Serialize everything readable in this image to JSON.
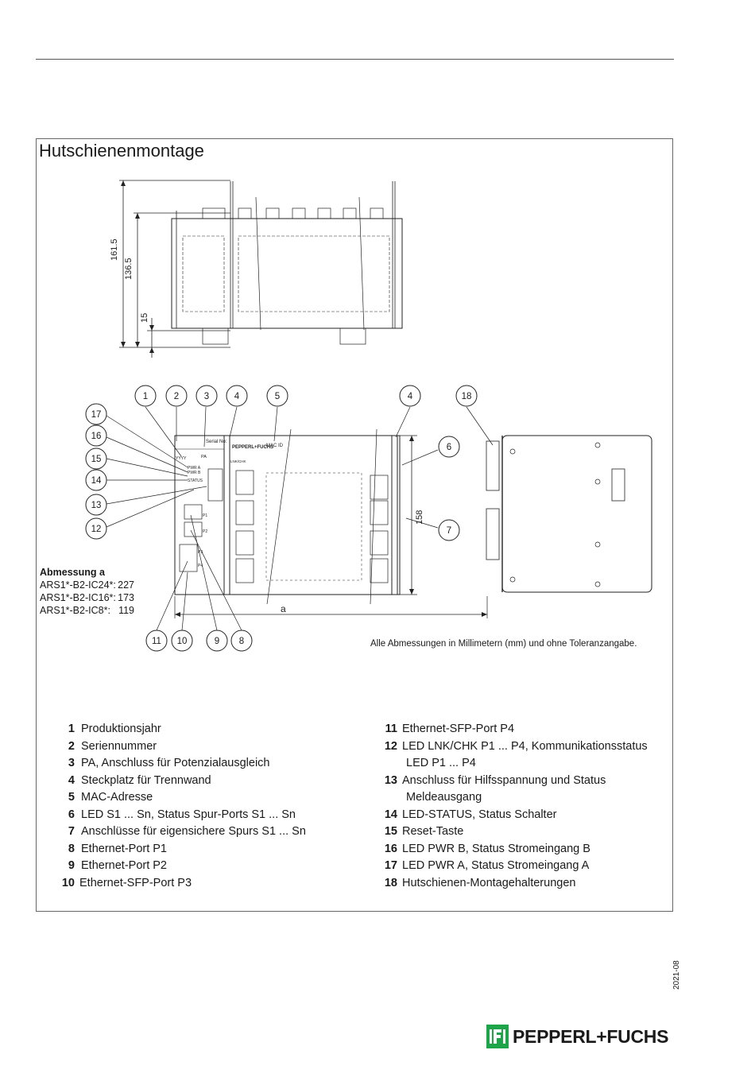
{
  "page": {
    "section_title": "Hutschienenmontage",
    "date_code": "2021-08"
  },
  "drawing": {
    "dims": {
      "d1": "161.5",
      "d2": "136.5",
      "d3": "15",
      "h158": "158",
      "width_a": "a"
    },
    "label_serial": "Serial No:",
    "label_pa": "PA",
    "label_brand": "PEPPERL+FUCHS",
    "label_mac": "MAC ID",
    "label_yyyy": "YYYY",
    "label_pwra": "PWR A",
    "label_pwrb": "PWR B",
    "label_status": "STATUS",
    "label_lnk": "LNK/CHK",
    "label_p1": "P1",
    "label_p2": "P2",
    "label_p3": "P3",
    "label_p4": "P4",
    "callouts_top": [
      "1",
      "2",
      "3",
      "4",
      "5"
    ],
    "callout_4b": "4",
    "callout_18": "18",
    "callout_6": "6",
    "callout_7": "7",
    "callouts_left": [
      "17",
      "16",
      "15",
      "14",
      "13",
      "12"
    ],
    "callouts_bottom": [
      "11",
      "10",
      "9",
      "8"
    ]
  },
  "abmessung": {
    "heading": "Abmessung a",
    "rows": [
      {
        "model": "ARS1*-B2-IC24*:",
        "value": "227"
      },
      {
        "model": "ARS1*-B2-IC16*:",
        "value": "173"
      },
      {
        "model": "ARS1*-B2-IC8*:",
        "value": "119"
      }
    ]
  },
  "note": "Alle Abmessungen in Millimetern (mm) und ohne Toleranzangabe.",
  "legend_left": [
    {
      "n": "1",
      "t": "Produktionsjahr"
    },
    {
      "n": "2",
      "t": "Seriennummer"
    },
    {
      "n": "3",
      "t": "PA, Anschluss für Potenzialausgleich"
    },
    {
      "n": "4",
      "t": "Steckplatz für Trennwand"
    },
    {
      "n": "5",
      "t": "MAC-Adresse"
    },
    {
      "n": "6",
      "t": "LED S1 ... Sn, Status Spur-Ports S1 ... Sn"
    },
    {
      "n": "7",
      "t": "Anschlüsse für eigensichere Spurs S1 ... Sn"
    },
    {
      "n": "8",
      "t": "Ethernet-Port P1"
    },
    {
      "n": "9",
      "t": "Ethernet-Port P2"
    },
    {
      "n": "10",
      "t": "Ethernet-SFP-Port P3"
    }
  ],
  "legend_right": [
    {
      "n": "11",
      "t": "Ethernet-SFP-Port P4"
    },
    {
      "n": "12",
      "t": "LED LNK/CHK P1 ... P4, Kommunikationsstatus",
      "cont": "LED P1 ... P4"
    },
    {
      "n": "13",
      "t": "Anschluss für Hilfsspannung und Status",
      "cont": "Meldeausgang"
    },
    {
      "n": "14",
      "t": "LED-STATUS, Status Schalter"
    },
    {
      "n": "15",
      "t": "Reset-Taste"
    },
    {
      "n": "16",
      "t": "LED PWR B, Status Stromeingang B"
    },
    {
      "n": "17",
      "t": "LED PWR A, Status Stromeingang A"
    },
    {
      "n": "18",
      "t": "Hutschienen-Montagehalterungen"
    }
  ],
  "logo_text": "PEPPERL+FUCHS"
}
